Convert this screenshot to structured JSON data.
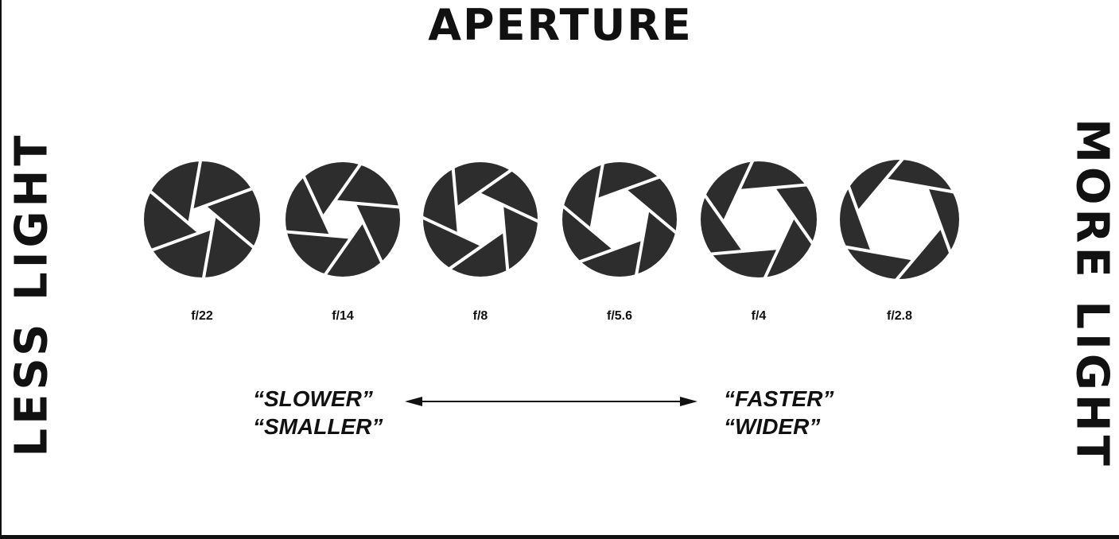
{
  "title": "APERTURE",
  "left_label": "LESS LIGHT",
  "right_label": "MORE LIGHT",
  "stops": [
    {
      "label": "f/22"
    },
    {
      "label": "f/14"
    },
    {
      "label": "f/8"
    },
    {
      "label": "f/5.6"
    },
    {
      "label": "f/4"
    },
    {
      "label": "f/2.8"
    }
  ],
  "quotes": {
    "left": [
      "“SLOWER”",
      "“SMALLER”"
    ],
    "right": [
      "“FASTER”",
      "“WIDER”"
    ]
  },
  "colors": {
    "blade": "#2d2d2d",
    "ink": "#111111"
  },
  "icons": [
    "aperture-icon",
    "double-arrow-icon"
  ]
}
